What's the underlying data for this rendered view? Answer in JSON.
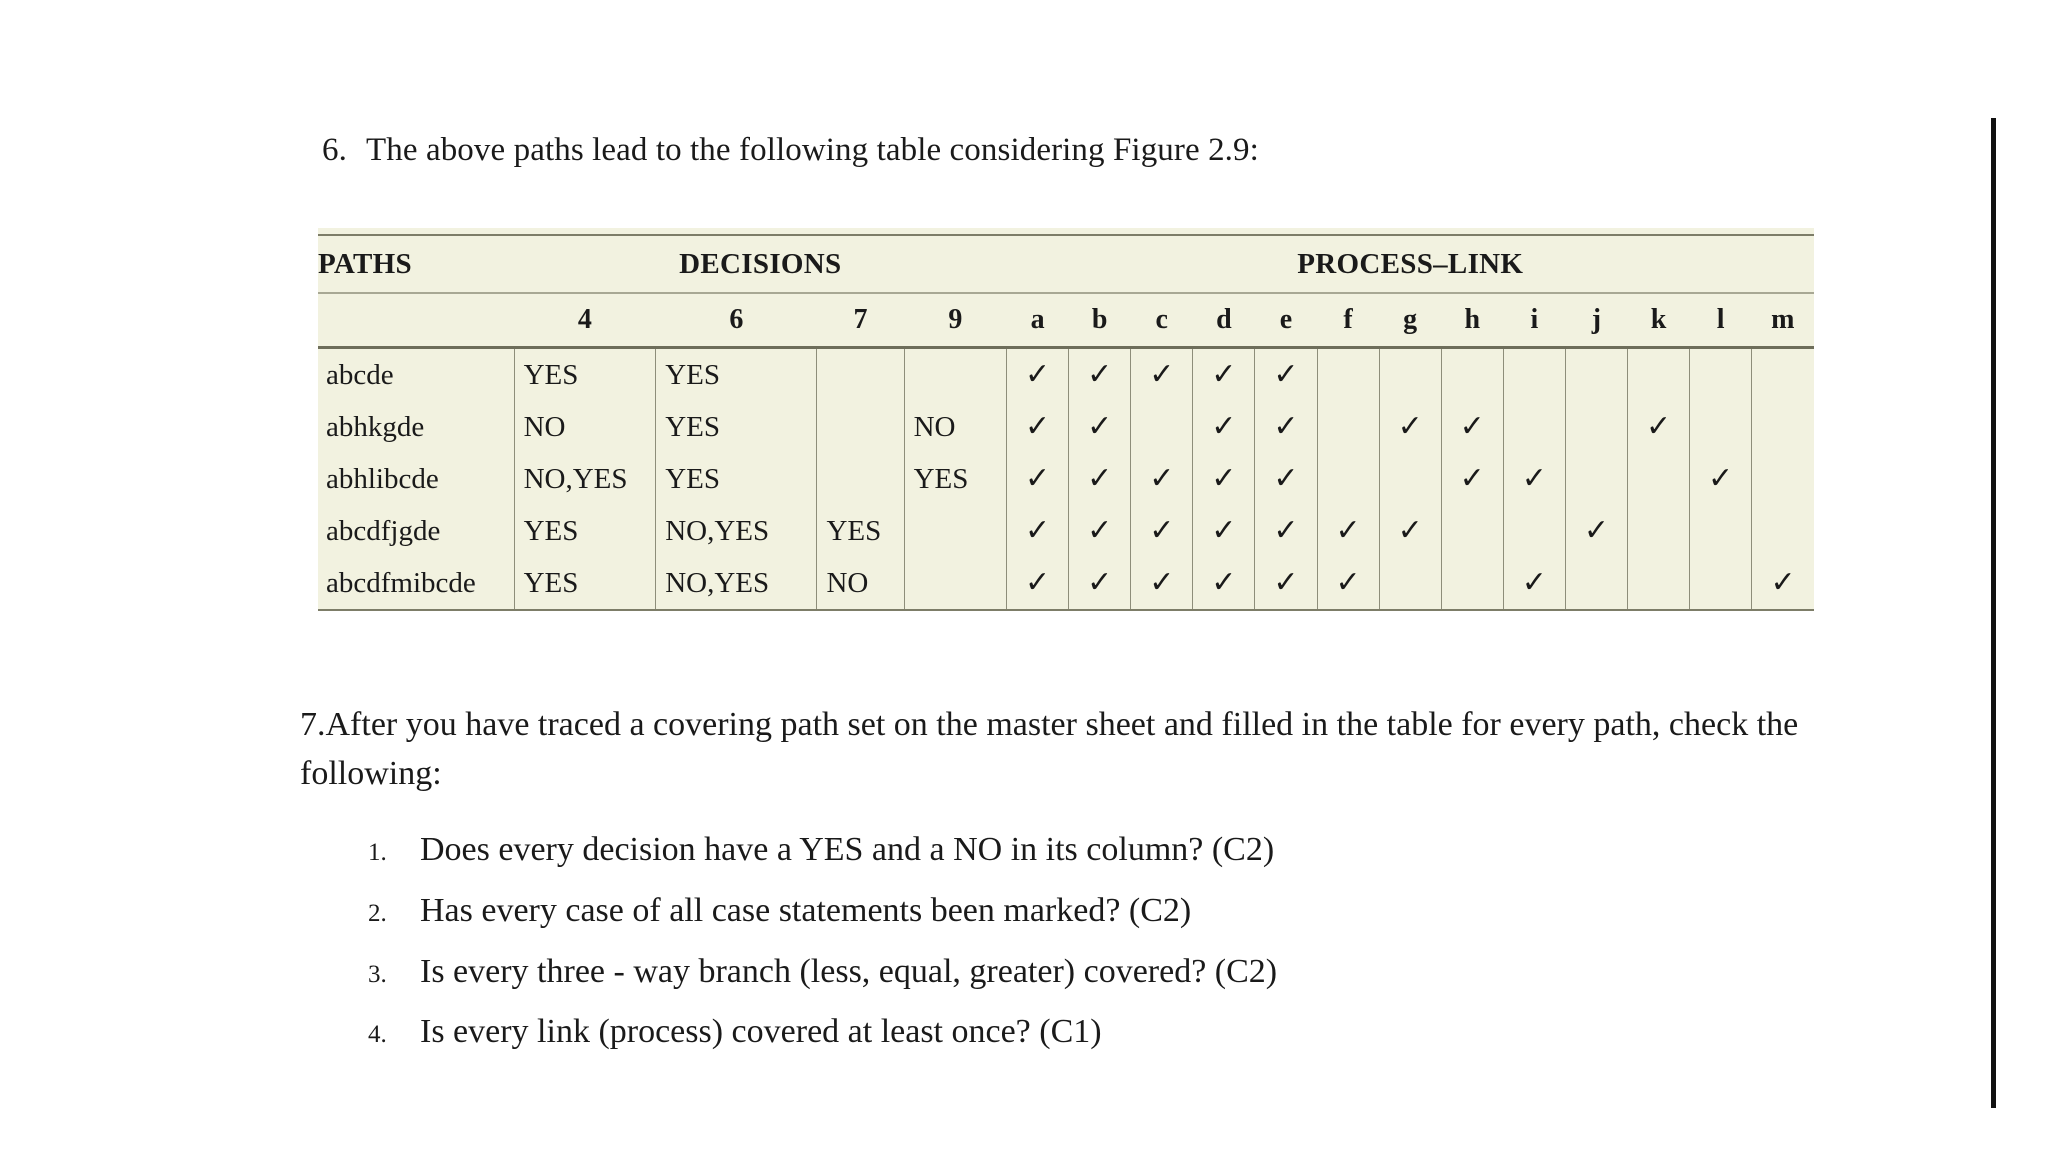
{
  "item6": {
    "number": "6.",
    "text": "The above paths lead to the following table considering Figure 2.9:"
  },
  "table": {
    "group_headers": {
      "paths": "PATHS",
      "decisions": "DECISIONS",
      "process_link": "PROCESS–LINK"
    },
    "decision_columns": [
      "4",
      "6",
      "7",
      "9"
    ],
    "link_columns": [
      "a",
      "b",
      "c",
      "d",
      "e",
      "f",
      "g",
      "h",
      "i",
      "j",
      "k",
      "l",
      "m"
    ],
    "check_glyph": "✓",
    "rows": [
      {
        "path": "abcde",
        "decisions": [
          "YES",
          "YES",
          "",
          ""
        ],
        "links": [
          true,
          true,
          true,
          true,
          true,
          false,
          false,
          false,
          false,
          false,
          false,
          false,
          false
        ]
      },
      {
        "path": "abhkgde",
        "decisions": [
          "NO",
          "YES",
          "",
          "NO"
        ],
        "links": [
          true,
          true,
          false,
          true,
          true,
          false,
          true,
          true,
          false,
          false,
          true,
          false,
          false
        ]
      },
      {
        "path": "abhlibcde",
        "decisions": [
          "NO,YES",
          "YES",
          "",
          "YES"
        ],
        "links": [
          true,
          true,
          true,
          true,
          true,
          false,
          false,
          true,
          true,
          false,
          false,
          true,
          false
        ]
      },
      {
        "path": "abcdfjgde",
        "decisions": [
          "YES",
          "NO,YES",
          "YES",
          ""
        ],
        "links": [
          true,
          true,
          true,
          true,
          true,
          true,
          true,
          false,
          false,
          true,
          false,
          false,
          false
        ]
      },
      {
        "path": "abcdfmibcde",
        "decisions": [
          "YES",
          "NO,YES",
          "NO",
          ""
        ],
        "links": [
          true,
          true,
          true,
          true,
          true,
          true,
          false,
          false,
          true,
          false,
          false,
          false,
          true
        ]
      }
    ]
  },
  "item7": {
    "number": "7.",
    "text": "After you have traced a covering path set on the master sheet and filled in the table for every path, check the following:"
  },
  "checklist": [
    {
      "num": "1.",
      "text": "Does every decision have a YES and a NO in its column? (C2)"
    },
    {
      "num": "2.",
      "text": "Has every case of all case statements been marked? (C2)"
    },
    {
      "num": "3.",
      "text": "Is every three - way branch (less, equal, greater) covered? (C2)"
    },
    {
      "num": "4.",
      "text": "Is every link (process) covered at least once? (C1)"
    }
  ],
  "colors": {
    "table_background": "#f2f2e0",
    "page_background": "#ffffff",
    "text": "#1a1a1a",
    "rule": "#111111",
    "grid_line": "#8e8e7a"
  }
}
